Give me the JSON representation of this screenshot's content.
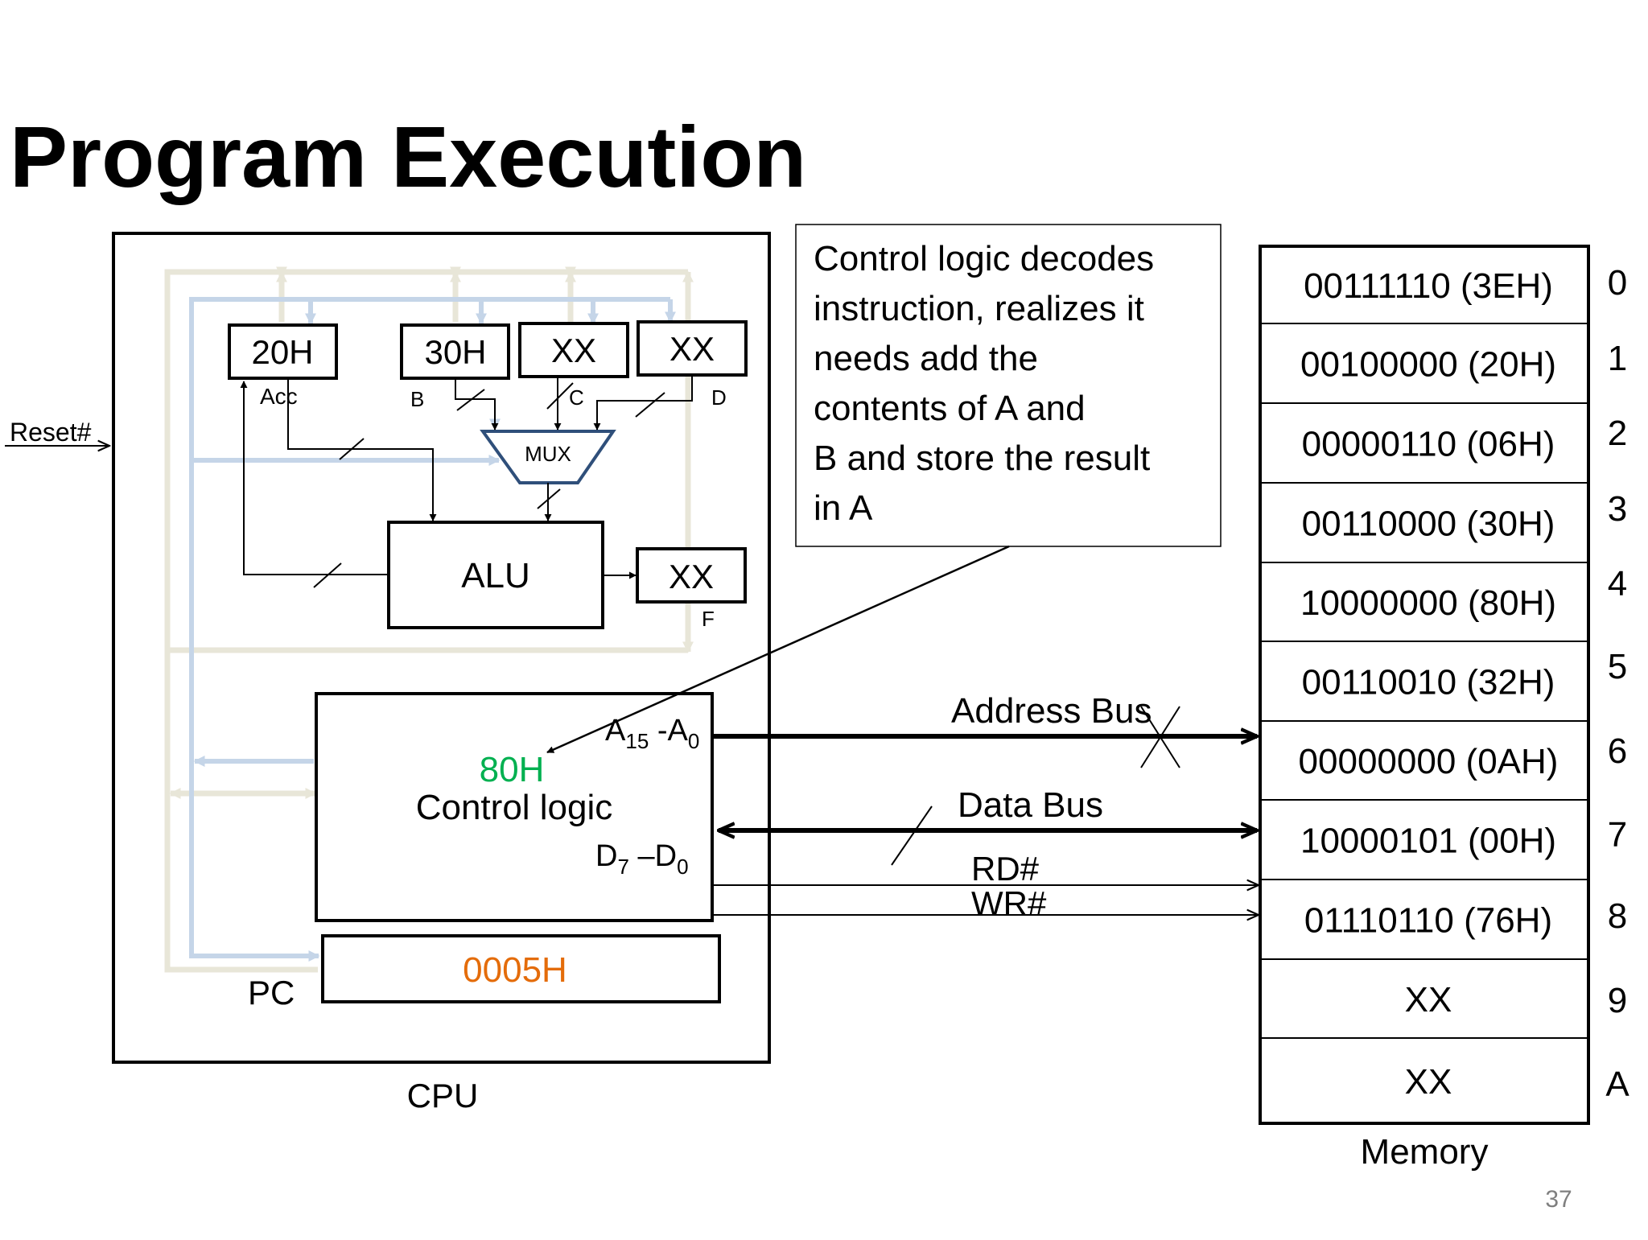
{
  "title": "Program Execution",
  "page_number": "37",
  "colors": {
    "bus_blue": "#c5d5e8",
    "bus_beige": "#e8e6d8",
    "mux_border": "#2f4f7a",
    "acc_value": "#00b050",
    "pc_value": "#e46c0a",
    "stroke": "#000000"
  },
  "reset_label": "Reset#",
  "cpu": {
    "label": "CPU",
    "registers": {
      "acc": {
        "value": "20H",
        "label": "Acc"
      },
      "b": {
        "value": "30H",
        "label": "B"
      },
      "c": {
        "value": "XX",
        "label": "C"
      },
      "d": {
        "value": "XX",
        "label": "D"
      },
      "f": {
        "value": "XX",
        "label": "F"
      }
    },
    "mux_label": "MUX",
    "alu_label": "ALU",
    "control": {
      "value": "80H",
      "label": "Control logic",
      "addr_label": "A15 -A0",
      "data_label": "D7 –D0"
    },
    "pc": {
      "label": "PC",
      "value": "0005H"
    }
  },
  "callout": "Control logic decodes instruction, realizes it needs add the contents of A and B and store the result in A",
  "buses": {
    "address": "Address Bus",
    "data": "Data Bus",
    "rd": "RD#",
    "wr": "WR#"
  },
  "memory": {
    "label": "Memory",
    "cells": [
      {
        "value": "00111110 (3EH)",
        "addr": "0"
      },
      {
        "value": "00100000 (20H)",
        "addr": "1"
      },
      {
        "value": "00000110 (06H)",
        "addr": "2"
      },
      {
        "value": "00110000 (30H)",
        "addr": "3"
      },
      {
        "value": "10000000 (80H)",
        "addr": "4"
      },
      {
        "value": "00110010 (32H)",
        "addr": "5"
      },
      {
        "value": "00000000 (0AH)",
        "addr": "6"
      },
      {
        "value": "10000101 (00H)",
        "addr": "7"
      },
      {
        "value": "01110110 (76H)",
        "addr": "8"
      },
      {
        "value": "XX",
        "addr": "9"
      },
      {
        "value": "XX",
        "addr": "A"
      }
    ]
  }
}
